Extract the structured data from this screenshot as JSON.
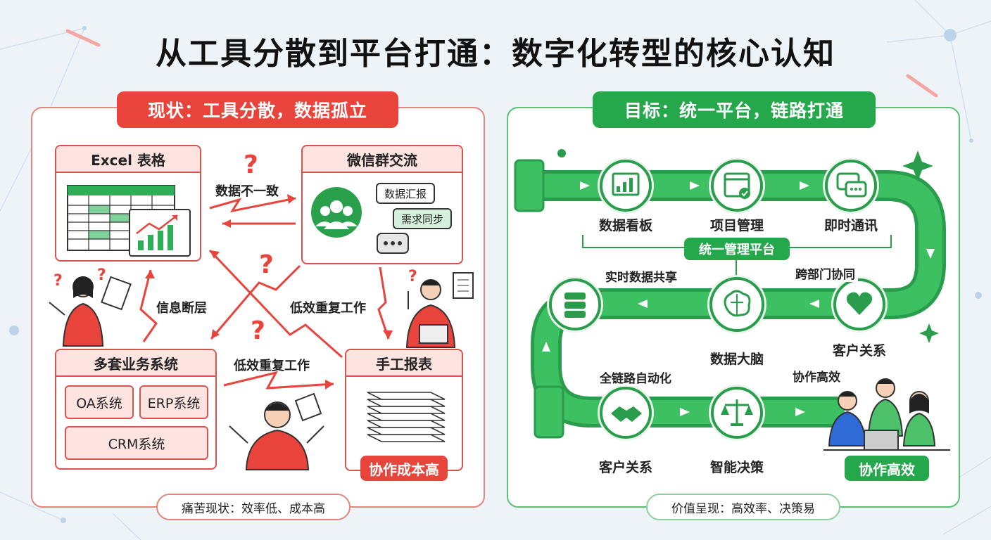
{
  "title": "从工具分散到平台打通：数字化转型的核心认知",
  "left": {
    "header": "现状：工具分散，数据孤立",
    "excel_title": "Excel 表格",
    "wechat_title": "微信群交流",
    "wechat_bubbles": [
      "数据汇报",
      "需求同步"
    ],
    "systems_title": "多套业务系统",
    "systems": [
      "OA系统",
      "ERP系统",
      "CRM系统"
    ],
    "manual_title": "手工报表",
    "manual_badge": "协作成本高",
    "arrow_labels": {
      "inconsistent": "数据不一致",
      "info_gap": "信息断层",
      "repeat_1": "低效重复工作",
      "repeat_2": "低效重复工作"
    },
    "footer": "痛苦现状：效率低、成本高"
  },
  "right": {
    "header": "目标：统一平台，链路打通",
    "top_nodes": [
      "数据看板",
      "项目管理",
      "即时通讯"
    ],
    "platform_label": "统一管理平台",
    "middle_nodes": {
      "brain": "数据大脑",
      "customer": "客户关系"
    },
    "middle_tags": {
      "share": "实时数据共享",
      "cross": "跨部门协同"
    },
    "bottom_nodes": [
      "客户关系",
      "智能决策"
    ],
    "bottom_tags": {
      "auto": "全链路自动化",
      "eff": "协作高效"
    },
    "team_badge": "协作高效",
    "footer": "价值呈现：高效率、决策易"
  },
  "colors": {
    "red": "#e8443c",
    "green": "#25a74c",
    "pipe": "#3cc062"
  }
}
